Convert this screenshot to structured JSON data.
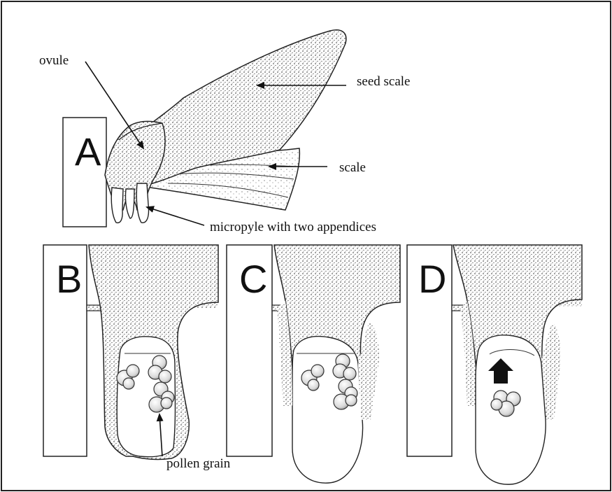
{
  "panels": {
    "a": {
      "letter": "A"
    },
    "b": {
      "letter": "B"
    },
    "c": {
      "letter": "C"
    },
    "d": {
      "letter": "D"
    }
  },
  "labels": {
    "ovule": "ovule",
    "seed_scale": "seed scale",
    "scale": "scale",
    "micropyle": "micropyle with two appendices",
    "pollen": "pollen grain"
  }
}
